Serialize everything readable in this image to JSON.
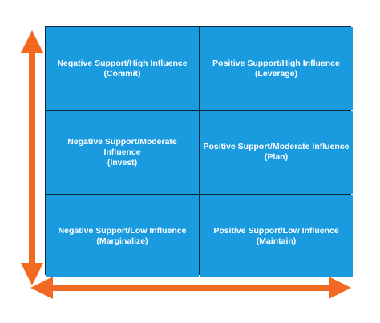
{
  "colors": {
    "cell_fill": "#1a9be0",
    "cell_border": "#0a2a3a",
    "arrow": "#f26a21",
    "text": "#ffffff"
  },
  "quadrants": [
    {
      "title": "Negative Support/High Influence",
      "action": "(Commit)"
    },
    {
      "title": "Positive Support/High Influence",
      "action": "(Leverage)"
    },
    {
      "title": "Negative Support/Moderate Influence",
      "action": "(Invest)"
    },
    {
      "title": "Positive Support/Moderate Influence",
      "action": "(Plan)"
    },
    {
      "title": "Negative Support/Low Influence",
      "action": "(Marginalize)"
    },
    {
      "title": "Positive Support/Low Influence",
      "action": "(Maintain)"
    }
  ]
}
